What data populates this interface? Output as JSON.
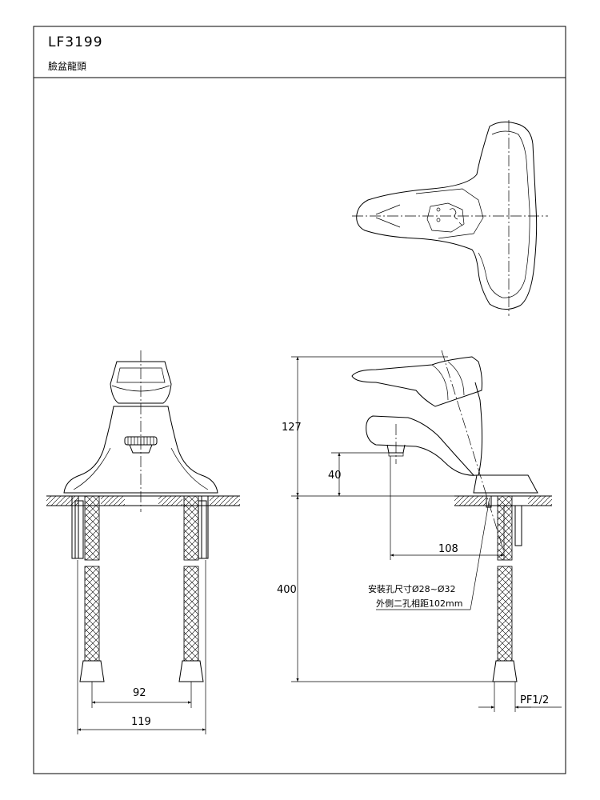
{
  "title_block": {
    "model": "LF3199",
    "name": "臉盆龍頭"
  },
  "dimensions": {
    "total_height": "127",
    "spout_height": "40",
    "hose_length": "400",
    "spout_reach": "108",
    "hose_spacing_inner": "92",
    "hose_spacing_outer": "119",
    "thread": "PF1/2"
  },
  "notes": {
    "hole_size": "安裝孔尺寸Ø28~Ø32",
    "hole_distance": "外側二孔相距102mm"
  }
}
